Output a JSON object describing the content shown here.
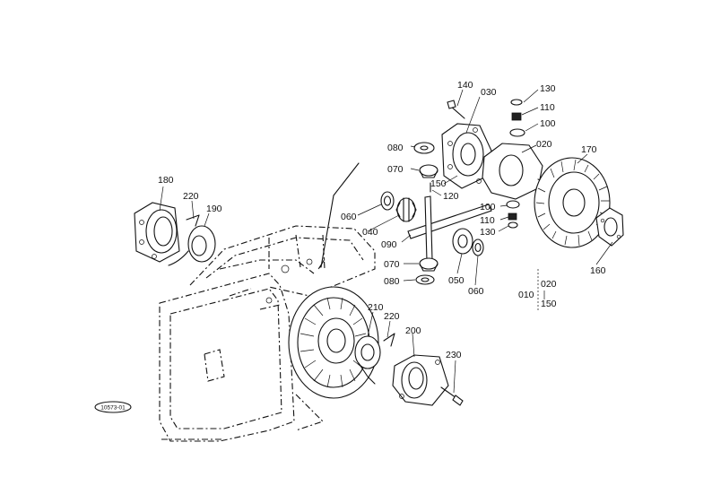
{
  "callouts": [
    {
      "id": "140",
      "text": "140"
    },
    {
      "id": "030",
      "text": "030"
    },
    {
      "id": "130a",
      "text": "130"
    },
    {
      "id": "110a",
      "text": "110"
    },
    {
      "id": "100a",
      "text": "100"
    },
    {
      "id": "080a",
      "text": "080"
    },
    {
      "id": "020",
      "text": "020"
    },
    {
      "id": "170",
      "text": "170"
    },
    {
      "id": "070a",
      "text": "070"
    },
    {
      "id": "150",
      "text": "150"
    },
    {
      "id": "120",
      "text": "120"
    },
    {
      "id": "060a",
      "text": "060"
    },
    {
      "id": "100b",
      "text": "100"
    },
    {
      "id": "110b",
      "text": "110"
    },
    {
      "id": "130b",
      "text": "130"
    },
    {
      "id": "040",
      "text": "040"
    },
    {
      "id": "090",
      "text": "090"
    },
    {
      "id": "070b",
      "text": "070"
    },
    {
      "id": "050",
      "text": "050"
    },
    {
      "id": "060b",
      "text": "060"
    },
    {
      "id": "080b",
      "text": "080"
    },
    {
      "id": "160",
      "text": "160"
    },
    {
      "id": "180",
      "text": "180"
    },
    {
      "id": "220a",
      "text": "220"
    },
    {
      "id": "190",
      "text": "190"
    },
    {
      "id": "210",
      "text": "210"
    },
    {
      "id": "220b",
      "text": "220"
    },
    {
      "id": "200",
      "text": "200"
    },
    {
      "id": "230",
      "text": "230"
    }
  ],
  "assembly": {
    "parent": "010",
    "top": "020",
    "bottom": "150"
  },
  "stamp": "10573-01"
}
